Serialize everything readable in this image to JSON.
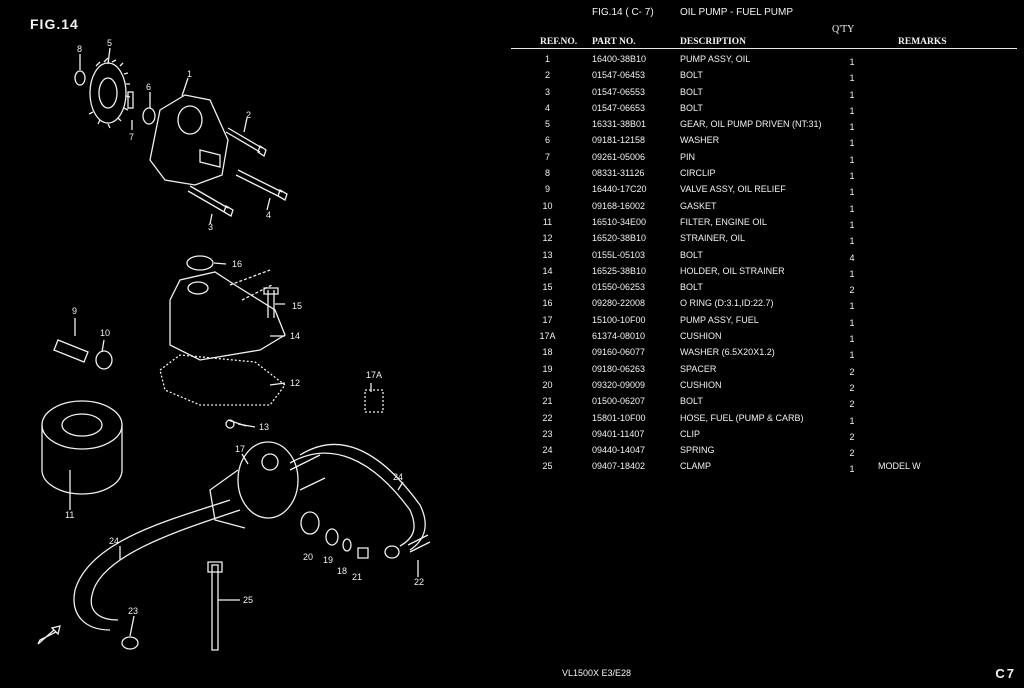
{
  "figure_label": "FIG.14",
  "header": {
    "fig_ref": "FIG.14 ( C- 7)",
    "title": "OIL PUMP - FUEL PUMP",
    "qty_label": "Q'TY"
  },
  "columns": {
    "ref": "REF.NO.",
    "part": "PART NO.",
    "desc": "DESCRIPTION",
    "remarks": "REMARKS"
  },
  "parts": [
    {
      "ref": "1",
      "part": "16400-38B10",
      "desc": "PUMP ASSY, OIL",
      "qty": "1",
      "remarks": ""
    },
    {
      "ref": "2",
      "part": "01547-06453",
      "desc": "BOLT",
      "qty": "1",
      "remarks": ""
    },
    {
      "ref": "3",
      "part": "01547-06553",
      "desc": "BOLT",
      "qty": "1",
      "remarks": ""
    },
    {
      "ref": "4",
      "part": "01547-06653",
      "desc": "BOLT",
      "qty": "1",
      "remarks": ""
    },
    {
      "ref": "5",
      "part": "16331-38B01",
      "desc": "GEAR, OIL PUMP DRIVEN (NT:31)",
      "qty": "1",
      "remarks": ""
    },
    {
      "ref": "6",
      "part": "09181-12158",
      "desc": "WASHER",
      "qty": "1",
      "remarks": ""
    },
    {
      "ref": "7",
      "part": "09261-05006",
      "desc": "PIN",
      "qty": "1",
      "remarks": ""
    },
    {
      "ref": "8",
      "part": "08331-31126",
      "desc": "CIRCLIP",
      "qty": "1",
      "remarks": ""
    },
    {
      "ref": "9",
      "part": "16440-17C20",
      "desc": "VALVE ASSY, OIL RELIEF",
      "qty": "1",
      "remarks": ""
    },
    {
      "ref": "10",
      "part": "09168-16002",
      "desc": "GASKET",
      "qty": "1",
      "remarks": ""
    },
    {
      "ref": "11",
      "part": "16510-34E00",
      "desc": "FILTER, ENGINE OIL",
      "qty": "1",
      "remarks": ""
    },
    {
      "ref": "12",
      "part": "16520-38B10",
      "desc": "STRAINER, OIL",
      "qty": "1",
      "remarks": ""
    },
    {
      "ref": "13",
      "part": "0155L-05103",
      "desc": "BOLT",
      "qty": "4",
      "remarks": ""
    },
    {
      "ref": "14",
      "part": "16525-38B10",
      "desc": "HOLDER, OIL STRAINER",
      "qty": "1",
      "remarks": ""
    },
    {
      "ref": "15",
      "part": "01550-06253",
      "desc": "BOLT",
      "qty": "2",
      "remarks": ""
    },
    {
      "ref": "16",
      "part": "09280-22008",
      "desc": "O RING (D:3.1,ID:22.7)",
      "qty": "1",
      "remarks": ""
    },
    {
      "ref": "17",
      "part": "15100-10F00",
      "desc": "PUMP ASSY, FUEL",
      "qty": "1",
      "remarks": ""
    },
    {
      "ref": "17A",
      "part": "61374-08010",
      "desc": "CUSHION",
      "qty": "1",
      "remarks": ""
    },
    {
      "ref": "18",
      "part": "09160-06077",
      "desc": "WASHER (6.5X20X1.2)",
      "qty": "1",
      "remarks": ""
    },
    {
      "ref": "19",
      "part": "09180-06263",
      "desc": "SPACER",
      "qty": "2",
      "remarks": ""
    },
    {
      "ref": "20",
      "part": "09320-09009",
      "desc": "CUSHION",
      "qty": "2",
      "remarks": ""
    },
    {
      "ref": "21",
      "part": "01500-06207",
      "desc": "BOLT",
      "qty": "2",
      "remarks": ""
    },
    {
      "ref": "22",
      "part": "15801-10F00",
      "desc": "HOSE, FUEL (PUMP & CARB)",
      "qty": "1",
      "remarks": ""
    },
    {
      "ref": "23",
      "part": "09401-11407",
      "desc": "CLIP",
      "qty": "2",
      "remarks": ""
    },
    {
      "ref": "24",
      "part": "09440-14047",
      "desc": "SPRING",
      "qty": "2",
      "remarks": ""
    },
    {
      "ref": "25",
      "part": "09407-18402",
      "desc": "CLAMP",
      "qty": "1",
      "remarks": "MODEL W"
    }
  ],
  "callouts": [
    "1",
    "2",
    "3",
    "4",
    "5",
    "6",
    "7",
    "8",
    "9",
    "10",
    "11",
    "12",
    "13",
    "14",
    "15",
    "16",
    "17",
    "17A",
    "18",
    "19",
    "20",
    "21",
    "22",
    "23",
    "24",
    "24",
    "25"
  ],
  "footer": {
    "model": "VL1500X  E3/E28",
    "page": "C7"
  }
}
